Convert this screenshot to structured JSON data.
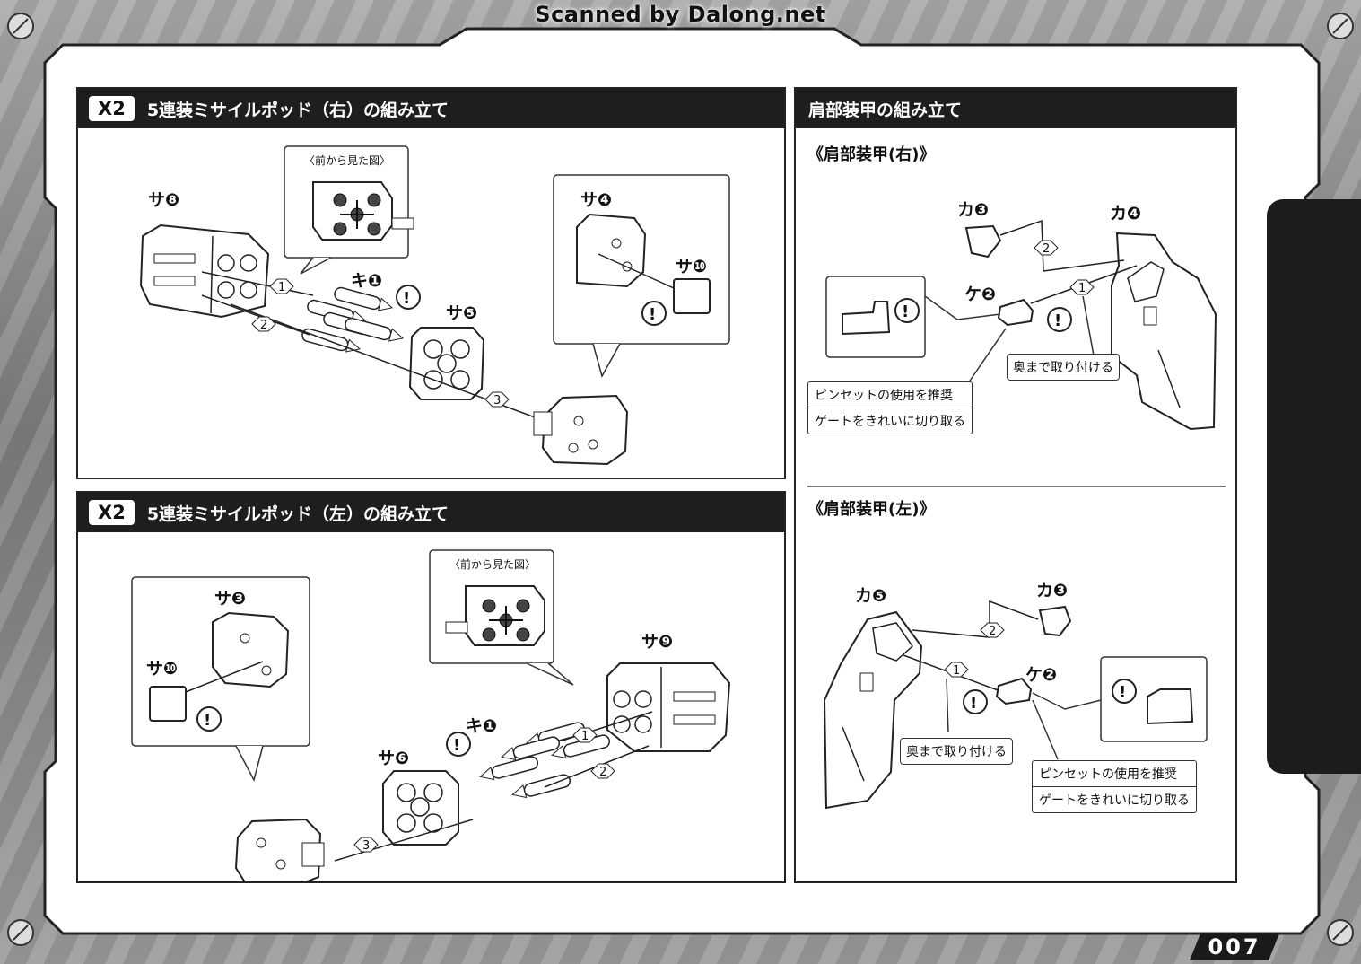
{
  "scan_credit": "Scanned by Dalong.net",
  "page_number": "007",
  "sections": {
    "missile_right": {
      "multiplier": "X2",
      "title": "5連装ミサイルポッド（右）の組み立て",
      "front_view_label": "〈前から見た図〉",
      "parts": {
        "sa8": "サ❽",
        "ki1": "キ❶",
        "sa5": "サ❺",
        "sa4": "サ❹",
        "sa10": "サ❿"
      },
      "steps": [
        "1",
        "2",
        "3"
      ]
    },
    "missile_left": {
      "multiplier": "X2",
      "title": "5連装ミサイルポッド（左）の組み立て",
      "front_view_label": "〈前から見た図〉",
      "parts": {
        "sa3": "サ❸",
        "sa10": "サ❿",
        "sa9": "サ❾",
        "ki1": "キ❶",
        "sa6": "サ❻"
      },
      "steps": [
        "1",
        "2",
        "3"
      ]
    },
    "shoulder": {
      "title": "肩部装甲の組み立て",
      "right": {
        "subtitle": "《肩部装甲(右)》",
        "parts": {
          "ka3": "カ❸",
          "ka4": "カ❹",
          "ke2": "ケ❷"
        },
        "steps": [
          "1",
          "2"
        ],
        "note_insert": "奥まで取り付ける",
        "note_tweezers": "ピンセットの使用を推奨",
        "note_gate": "ゲートをきれいに切り取る"
      },
      "left": {
        "subtitle": "《肩部装甲(左)》",
        "parts": {
          "ka5": "カ❺",
          "ka3": "カ❸",
          "ke2": "ケ❷"
        },
        "steps": [
          "1",
          "2"
        ],
        "note_insert": "奥まで取り付ける",
        "note_tweezers": "ピンセットの使用を推奨",
        "note_gate": "ゲートをきれいに切り取る"
      }
    }
  },
  "caution_symbol": "!"
}
